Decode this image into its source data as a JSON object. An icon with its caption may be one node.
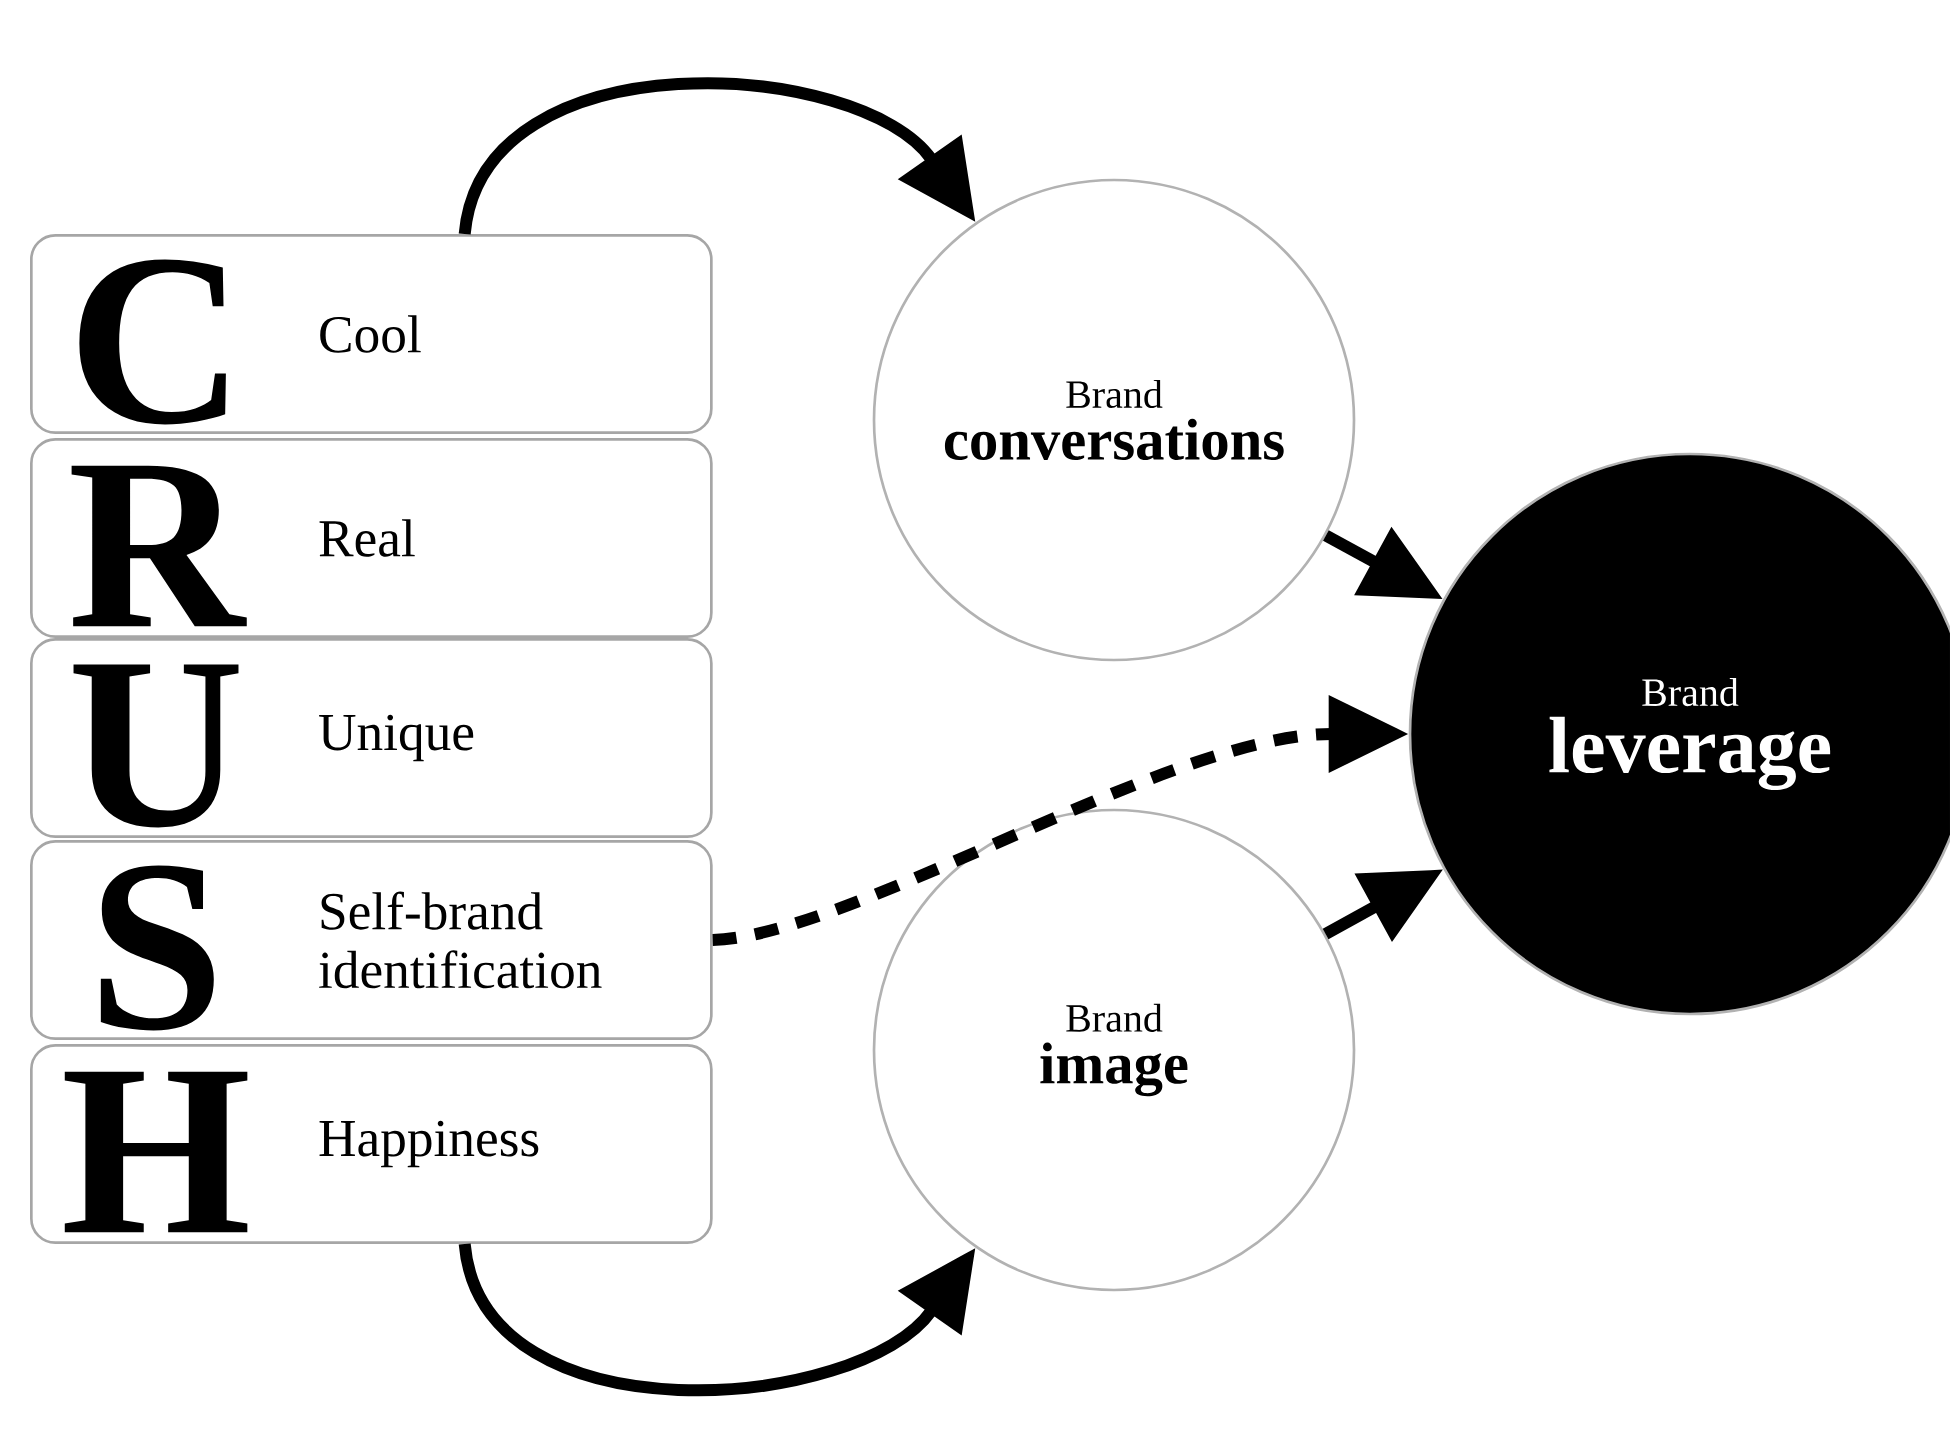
{
  "diagram": {
    "nodes": [
      {
        "text": [
          "C",
          "Cool"
        ]
      },
      {
        "text": [
          "R",
          "Real"
        ]
      },
      {
        "text": [
          "U",
          "Unique"
        ]
      },
      {
        "text": [
          "S",
          "Self-brand identification"
        ]
      },
      {
        "text": [
          "H",
          "Happiness"
        ]
      },
      {
        "text": [
          "Brand",
          "conversations"
        ]
      },
      {
        "text": [
          "Brand",
          "image"
        ]
      },
      {
        "text": [
          "Brand",
          "leverage"
        ]
      }
    ],
    "edges": [
      {
        "from": 0,
        "to": 5,
        "arrow": "to"
      },
      {
        "from": 4,
        "to": 6,
        "arrow": "to"
      },
      {
        "from": 3,
        "to": 7,
        "arrow": "to",
        "style": "dashed"
      },
      {
        "from": 5,
        "to": 7,
        "arrow": "to"
      },
      {
        "from": 6,
        "to": 7,
        "arrow": "to"
      }
    ]
  }
}
